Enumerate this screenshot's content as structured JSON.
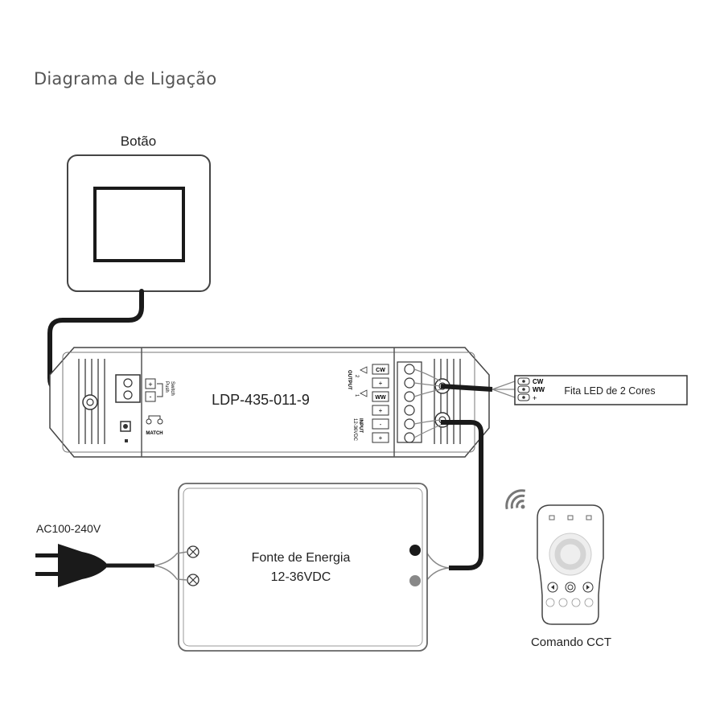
{
  "title": "Diagrama de Ligação",
  "button": {
    "label": "Botão"
  },
  "controller": {
    "model": "LDP-435-011-9",
    "terminals": {
      "cw": "CW",
      "ww": "WW",
      "plus": "+",
      "minus": "-"
    },
    "output_label": "OUTPUT",
    "input_label": "INPUT",
    "input_voltage": "12-36VDC",
    "channel_2": "2",
    "channel_1": "1",
    "switch_label": "Switch",
    "push_label": "Push",
    "match_label": "MATCH"
  },
  "led_strip": {
    "label": "Fita LED de 2 Cores",
    "pins": [
      "CW",
      "WW",
      "+"
    ]
  },
  "ac_input": {
    "label": "AC100-240V"
  },
  "power_supply": {
    "label_line1": "Fonte de Energia",
    "label_line2": "12-36VDC"
  },
  "remote": {
    "label": "Comando CCT"
  },
  "colors": {
    "wire": "#1a1a1a",
    "outline": "#333333",
    "gray_wire": "#888888",
    "light_outline": "#999999"
  }
}
